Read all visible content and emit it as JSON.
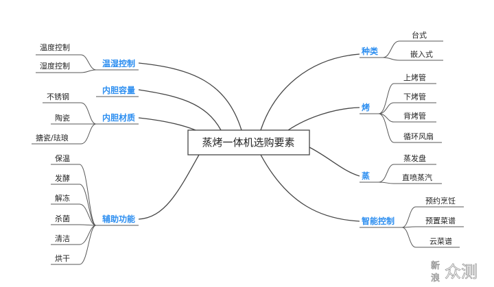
{
  "root": "蒸烤一体机选购要素",
  "branches": {
    "wenshi": {
      "label": "温湿控制",
      "items": [
        "温度控制",
        "湿度控制"
      ]
    },
    "rongliang": {
      "label": "内胆容量"
    },
    "caizhi": {
      "label": "内胆材质",
      "items": [
        "不锈钢",
        "陶瓷",
        "搪瓷/珐琅"
      ]
    },
    "fuzhu": {
      "label": "辅助功能",
      "items": [
        "保温",
        "发酵",
        "解冻",
        "杀菌",
        "清洁",
        "烘干"
      ]
    },
    "zhonglei": {
      "label": "种类",
      "items": [
        "台式",
        "嵌入式"
      ]
    },
    "kao": {
      "label": "烤",
      "items": [
        "上烤管",
        "下烤管",
        "背烤管",
        "循环风扇"
      ]
    },
    "zheng": {
      "label": "蒸",
      "items": [
        "蒸发盘",
        "直喷蒸汽"
      ]
    },
    "zhineng": {
      "label": "智能控制",
      "items": [
        "预约烹饪",
        "预置菜谱",
        "云菜谱"
      ]
    }
  },
  "watermark": {
    "line1": "新",
    "line2": "浪",
    "brand": "众测"
  },
  "colors": {
    "branch": "#2c8ef0",
    "line": "#555555",
    "text": "#222222"
  }
}
